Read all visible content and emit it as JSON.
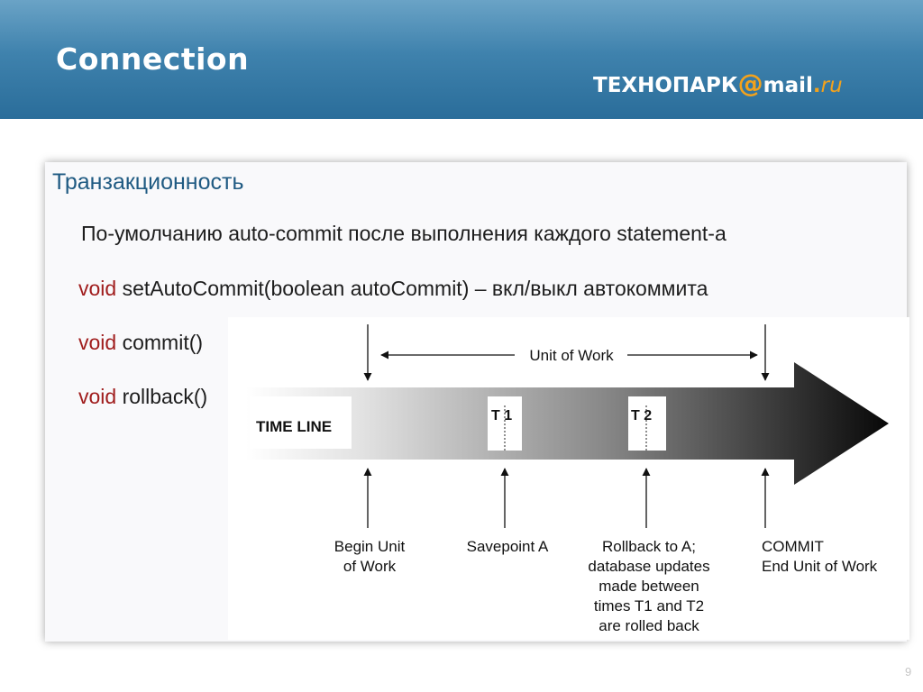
{
  "header": {
    "title": "Connection",
    "brand_prefix": "ТЕХНОПАРК",
    "brand_at": "@",
    "brand_mail": "mail",
    "brand_dot": ".",
    "brand_ru": "ru"
  },
  "content": {
    "section_title": "Транзакционность",
    "line1": "По-умолчанию auto-commit после выполнения каждого statement-а",
    "line2_kw": "void",
    "line2_rest": " setAutoCommit(boolean autoCommit) – вкл/выкл автокоммита",
    "line3_kw": "void",
    "line3_rest": " commit()",
    "line4_kw": "void",
    "line4_rest": " rollback()"
  },
  "diagram": {
    "unit_of_work": "Unit of Work",
    "time_line": "TIME LINE",
    "t1": "T 1",
    "t2": "T 2",
    "begin": [
      "Begin Unit",
      "of Work"
    ],
    "savepoint": [
      "Savepoint A"
    ],
    "rollback": [
      "Rollback to A;",
      "database updates",
      "made between",
      "times T1 and T2",
      "are rolled back"
    ],
    "commit": [
      "COMMIT",
      "End Unit of Work"
    ]
  },
  "footer": {
    "page_number": "9"
  },
  "colors": {
    "header": "#3f82ad",
    "keyword": "#a01d1d",
    "section_title": "#1f5a82",
    "brand_accent": "#f3a21c"
  }
}
